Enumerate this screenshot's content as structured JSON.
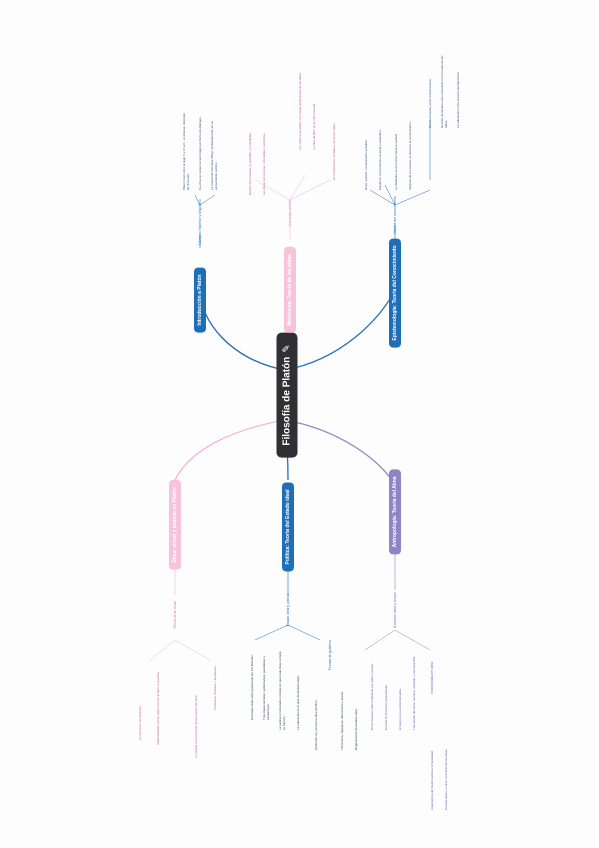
{
  "root": {
    "label": "Filosofía de Platón",
    "edit_icon": "edit-icon"
  },
  "branches": {
    "introduccion": {
      "label": "Introducción a Platón",
      "sub": "Contexto histórico y biográfico",
      "leaves": [
        "Platón vivió entre el siglo V y IV a.C., en Atenas, discípulo de Sócrates.",
        "Su obra se conserva casi íntegra en forma de diálogos.",
        "La muerte de Sócrates influyó profundamente en su pensamiento político."
      ]
    },
    "epistemologia_top": {
      "label": "Metafísica: Teoría de las Ideas",
      "sub": "Concepto central",
      "leaves": [
        "Existen dos mundos: el sensible y el inteligible.",
        "Las Ideas son eternas, inmutables y perfectas.",
        "Los objetos sensibles son copias imperfectas de las Ideas.",
        "La Idea de Bien es la más elevada.",
        "El conocimiento verdadero es de las Ideas."
      ]
    },
    "episteme": {
      "label": "Epistemología: Teoría del Conocimiento",
      "sub": "Niveles del conocimiento",
      "leaves": [
        "Doxa: opinión, conocimiento sensible.",
        "Episteme: conocimiento racional y verdadero.",
        "La dialéctica es el camino hacia la verdad.",
        "Alegoría de la caverna: el ascenso al conocimiento."
      ],
      "leaves_extra": [
        "El conocimiento como reminiscencia.",
        "El alma recuerda lo que contempló en el mundo de las Ideas.",
        "La educación como proceso de liberación."
      ]
    },
    "etica": {
      "label": "Ética: virtud y justicia en Platón",
      "sub": "Teoría de la virtud",
      "leaves": [
        "La virtud es conocimiento.",
        "Intelectualismo moral: quien conoce el bien, lo practica.",
        "La justicia es la armonía de las partes del alma.",
        "Prudencia, fortaleza y templanza."
      ]
    },
    "politica": {
      "label": "Política: Teoría del Estado ideal",
      "sub": "Estado ideal y justicia",
      "leaves": [
        "El Estado debe estar gobernado por los filósofos.",
        "Tres clases sociales: gobernantes, guardianes y productores.",
        "La justicia en el Estado consiste en que cada clase cumpla su función.",
        "La educación es el pilar del Estado ideal.",
        "El filósofo-rey conoce la Idea de Bien."
      ],
      "sub2": "Formas de gobierno",
      "leaves2": [
        "Timocracia, oligarquía, democracia y tiranía.",
        "Degeneración del Estado ideal."
      ]
    },
    "antropologia": {
      "label": "Antropología: Teoría del Alma",
      "sub": "Dualismo alma y cuerpo",
      "leaves": [
        "El ser humano está compuesto por alma y cuerpo.",
        "El alma es inmortal y preexistente.",
        "El cuerpo es la cárcel del alma.",
        "Tres partes del alma: racional, irascible y concupiscible."
      ],
      "sub2": "Inmortalidad del alma",
      "leaves2": [
        "Argumentos del Fedón sobre la inmortalidad.",
        "El alma aspira a volver al mundo de las Ideas."
      ]
    }
  }
}
